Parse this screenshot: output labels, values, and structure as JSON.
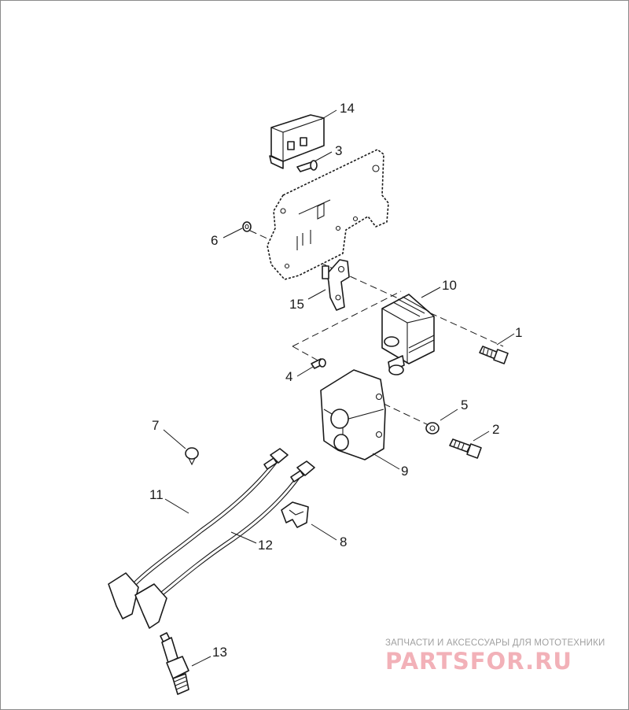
{
  "callouts": {
    "c1": "1",
    "c2": "2",
    "c3": "3",
    "c4": "4",
    "c5": "5",
    "c6": "6",
    "c7": "7",
    "c8": "8",
    "c9": "9",
    "c10": "10",
    "c11": "11",
    "c12": "12",
    "c13": "13",
    "c14": "14",
    "c15": "15"
  },
  "watermark": {
    "tagline": "ЗАПЧАСТИ И АКСЕССУАРЫ ДЛЯ МОТОТЕХНИКИ",
    "logo": "PARTSFOR.RU",
    "color": "#f2b1b8"
  }
}
